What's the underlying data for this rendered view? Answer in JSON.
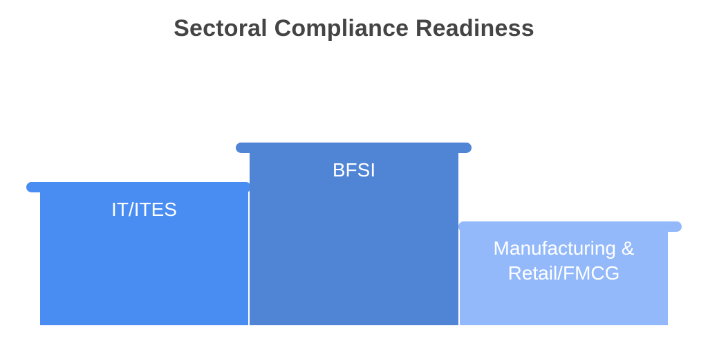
{
  "title": "Sectoral Compliance Readiness",
  "podium": [
    {
      "id": "it-ites",
      "rank": 2,
      "lines": [
        "IT/ITES"
      ],
      "color": "#4a8df2"
    },
    {
      "id": "bfsi",
      "rank": 1,
      "lines": [
        "BFSI"
      ],
      "color": "#5085d6"
    },
    {
      "id": "manufacturing-retail-fmcg",
      "rank": 3,
      "lines": [
        "Manufacturing &",
        "Retail/FMCG"
      ],
      "color": "#93b9fa"
    }
  ]
}
